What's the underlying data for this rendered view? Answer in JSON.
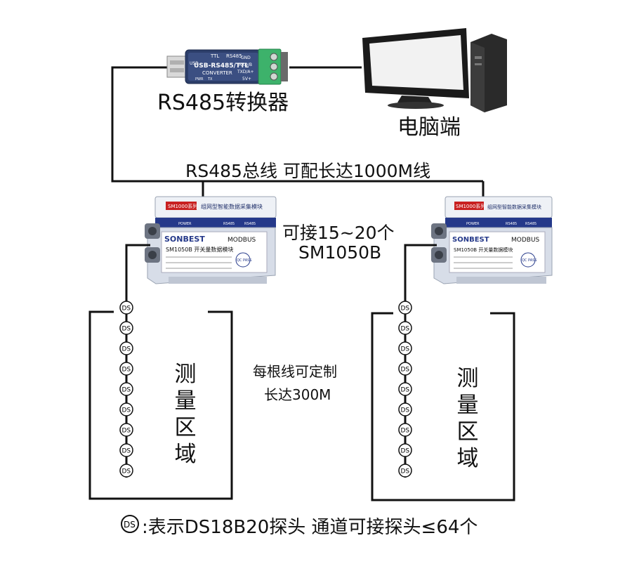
{
  "converter": {
    "label": "RS485转换器",
    "line1": "TTL",
    "line2": "RS485",
    "name": "USB-RS485/TTL",
    "sub": "CONVERTER",
    "side": "USB",
    "pin_gnd": "GND",
    "pin_rxd": "RXD/B",
    "pin_txd": "TXD/A+",
    "pin_5v": "5V+",
    "led_pwr": "PWR",
    "led_tx": "TX"
  },
  "computer": {
    "label": "电脑端"
  },
  "bus": {
    "label": "RS485总线 可配长达1000M线"
  },
  "module_note": {
    "line1": "可接15~20个",
    "line2": "SM1050B"
  },
  "modules": [
    {
      "series": "SM1000系列",
      "series_title": "组网型智能数据采集模块",
      "brand": "SONBEST",
      "protocol": "MODBUS",
      "model": "SM1050B  开关量数据模块",
      "led1": "POWER",
      "led2": "RS485",
      "led3": "RS485",
      "pass": "QC PASS"
    },
    {
      "series": "SM1000系列",
      "series_title": "组网型智能数据采集模块",
      "brand": "SONBEST",
      "protocol": "MODBUS",
      "model": "SM1050B  开关量数据模块",
      "led1": "POWER",
      "led2": "RS485",
      "led3": "RS485",
      "pass": "QC PASS"
    }
  ],
  "probe_tag": "DS",
  "area": {
    "c1": "测",
    "c2": "量",
    "c3": "区",
    "c4": "域"
  },
  "cable_note": {
    "line1": "每根线可定制",
    "line2": "长达300M"
  },
  "legend": {
    "symbol": "DS",
    "text": ":表示DS18B20探头 通道可接探头≤64个"
  }
}
